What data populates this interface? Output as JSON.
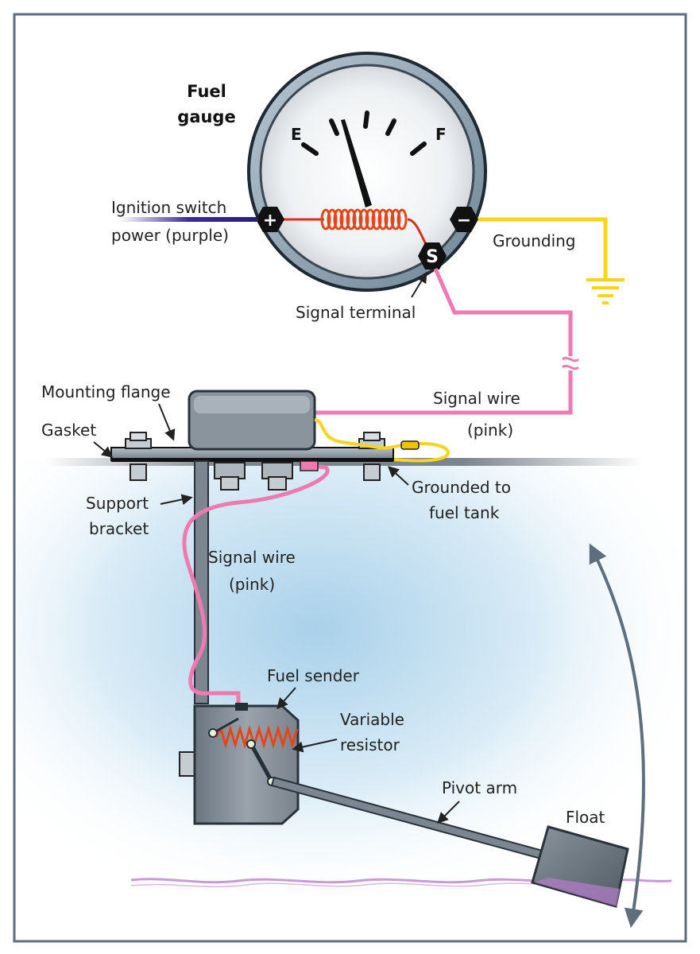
{
  "gauge": {
    "title_line1": "Fuel",
    "title_line2": "gauge",
    "empty_mark": "E",
    "full_mark": "F",
    "positive_terminal": "+",
    "negative_terminal": "−",
    "signal_terminal": "S"
  },
  "labels": {
    "ignition_line1": "Ignition switch",
    "ignition_line2": "power (purple)",
    "grounding": "Grounding",
    "signal_terminal": "Signal terminal",
    "signal_wire_top_line1": "Signal wire",
    "signal_wire_top_line2": "(pink)",
    "mounting_flange": "Mounting flange",
    "gasket": "Gasket",
    "support_bracket_line1": "Support",
    "support_bracket_line2": "bracket",
    "grounded_line1": "Grounded to",
    "grounded_line2": "fuel tank",
    "signal_wire_inner_line1": "Signal wire",
    "signal_wire_inner_line2": "(pink)",
    "fuel_sender": "Fuel sender",
    "variable_resistor_line1": "Variable",
    "variable_resistor_line2": "resistor",
    "pivot_arm": "Pivot arm",
    "float": "Float"
  },
  "colors": {
    "frame": "#5d6f7c",
    "ignition_wire": "#3a2a9a",
    "ground_wire": "#f7d51c",
    "signal_wire": "#f07ab0",
    "coil": "#e4461c",
    "metal": "#7b8691",
    "fuel_surface": "#c89ad8"
  }
}
